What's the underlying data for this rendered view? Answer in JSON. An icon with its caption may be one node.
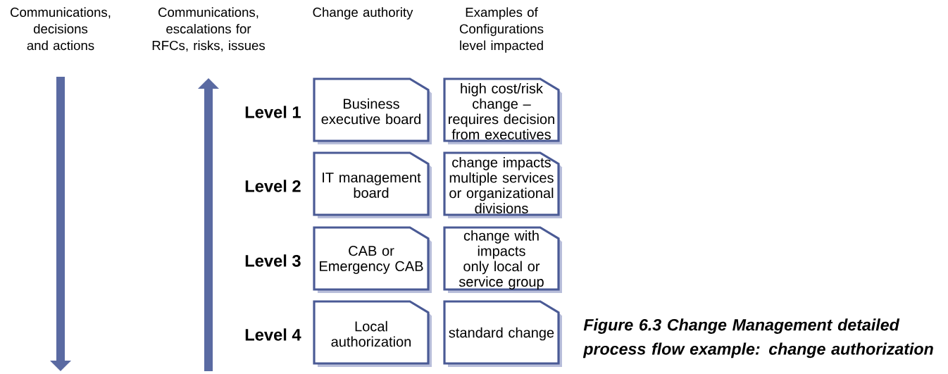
{
  "diagram": {
    "caption": "Figure 6.3 Change Management detailed process flow example: change authorization",
    "nodes": [
      {
        "text": [
          "Business executive board"
        ]
      },
      {
        "text": [
          "high cost/risk change – requires decision from executives"
        ]
      },
      {
        "text": [
          "IT management board"
        ]
      },
      {
        "text": [
          "change impacts multiple services or organizational divisions"
        ]
      },
      {
        "text": [
          "CAB or Emergency CAB"
        ]
      },
      {
        "text": [
          "change with impacts only local or service group"
        ]
      },
      {
        "text": [
          "Local authorization"
        ]
      },
      {
        "text": [
          "standard change"
        ]
      }
    ],
    "labels": [
      "Communications, decisions and actions",
      "Communications, escalations for RFCs, risks, issues",
      "Change authority",
      "Examples of Configurations level impacted",
      "Level 1",
      "Level 2",
      "Level 3",
      "Level 4"
    ]
  }
}
